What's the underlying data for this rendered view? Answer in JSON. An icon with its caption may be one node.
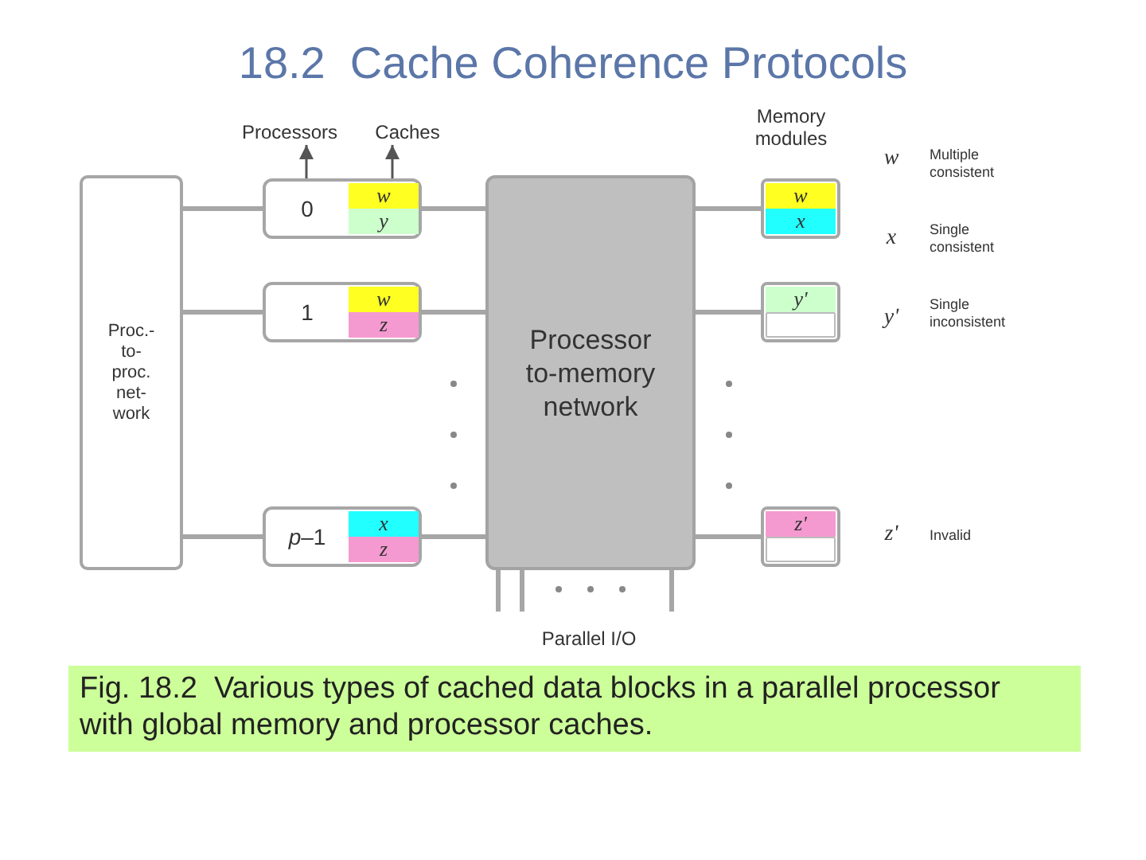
{
  "diagram": {
    "title": "18.2  Cache Coherence Protocols",
    "caption": "Fig. 18.2  Various types of cached data blocks in a parallel processor with global memory and processor caches.",
    "nodes": [
      {
        "text": [
          "Proc.- to- proc. net- work"
        ]
      },
      {
        "text": [
          "Processors"
        ]
      },
      {
        "text": [
          "Caches"
        ]
      },
      {
        "text": [
          "0"
        ]
      },
      {
        "text": [
          "w"
        ],
        "in": 3
      },
      {
        "text": [
          "y"
        ],
        "in": 3
      },
      {
        "text": [
          "1"
        ]
      },
      {
        "text": [
          "w"
        ],
        "in": 6
      },
      {
        "text": [
          "z"
        ],
        "in": 6
      },
      {
        "text": [
          "*p*–1"
        ]
      },
      {
        "text": [
          "x"
        ],
        "in": 9
      },
      {
        "text": [
          "z"
        ],
        "in": 9
      },
      {
        "text": [
          "Processor to-memory network"
        ]
      },
      {
        "text": [],
        "shape": "box"
      },
      {
        "text": [
          "w"
        ],
        "in": 13
      },
      {
        "text": [
          "x"
        ],
        "in": 13
      },
      {
        "text": [],
        "shape": "box"
      },
      {
        "text": [
          "y'"
        ],
        "in": 16
      },
      {
        "text": [],
        "shape": "box",
        "in": 16
      },
      {
        "text": [],
        "shape": "box"
      },
      {
        "text": [
          "z'"
        ],
        "in": 19
      },
      {
        "text": [],
        "shape": "box",
        "in": 19
      }
    ],
    "edges": [
      {
        "from": 0,
        "to": 3,
        "arrow": "none"
      },
      {
        "from": 0,
        "to": 6,
        "arrow": "none"
      },
      {
        "from": 0,
        "to": 9,
        "arrow": "none"
      },
      {
        "from": 3,
        "to": 1,
        "arrow": "to"
      },
      {
        "from": 4,
        "to": 2,
        "arrow": "to"
      },
      {
        "from": 3,
        "to": 12,
        "arrow": "none"
      },
      {
        "from": 6,
        "to": 12,
        "arrow": "none"
      },
      {
        "from": 9,
        "to": 12,
        "arrow": "none"
      },
      {
        "from": 12,
        "to": 13,
        "arrow": "none"
      },
      {
        "from": 12,
        "to": 16,
        "arrow": "none"
      },
      {
        "from": 12,
        "to": 19,
        "arrow": "none"
      },
      {
        "from": 12,
        "to": null,
        "arrow": "none"
      },
      {
        "from": 12,
        "to": null,
        "arrow": "none"
      },
      {
        "from": 12,
        "to": null,
        "arrow": "none"
      }
    ],
    "labels": [
      "Memory modules",
      "w",
      "Multiple consistent",
      "x",
      "Single consistent",
      "y'",
      "Single inconsistent",
      "z'",
      "Invalid",
      "Parallel I/O"
    ]
  }
}
